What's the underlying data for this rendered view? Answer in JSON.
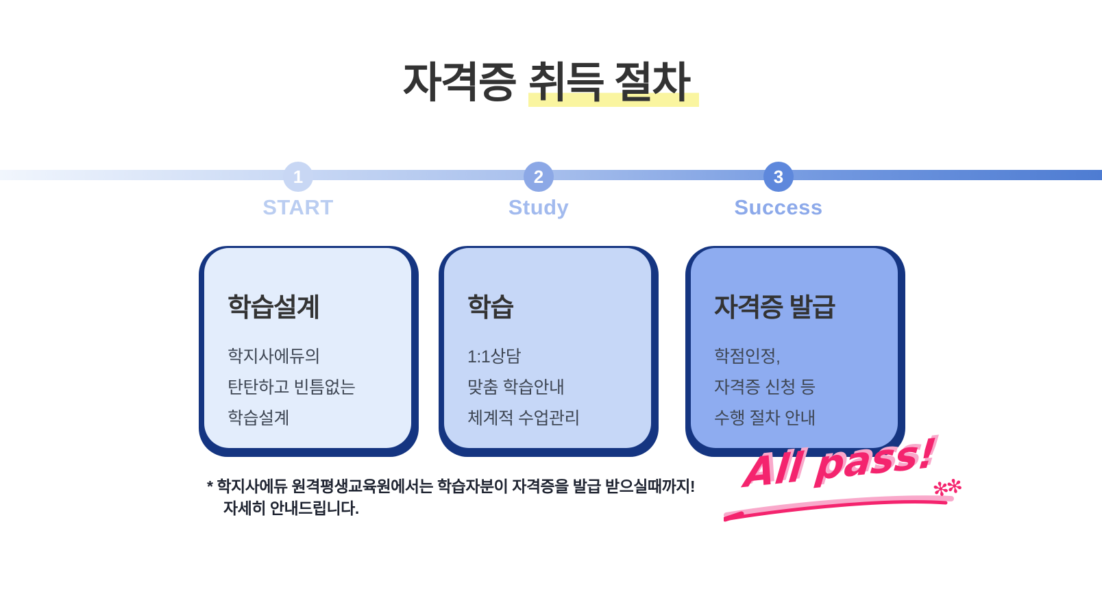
{
  "colors": {
    "navy": "#153581",
    "highlight_yellow": "#FAF5A0",
    "stamp_pink": "#F4246E",
    "stamp_pink_light": "#F9A9CB",
    "timeline_gradient_start": "#F1F6FD",
    "timeline_gradient_end": "#4E7CD2"
  },
  "title": {
    "prefix": "자격증",
    "highlight": "취득 절차"
  },
  "timeline": {
    "steps": [
      {
        "number": "1",
        "label": "START",
        "circle_color": "#C8D7F4",
        "label_color": "#BACDF1"
      },
      {
        "number": "2",
        "label": "Study",
        "circle_color": "#8CA8E6",
        "label_color": "#A2BAEE"
      },
      {
        "number": "3",
        "label": "Success",
        "circle_color": "#5E88DC",
        "label_color": "#8CA9EA"
      }
    ]
  },
  "cards": [
    {
      "title": "학습설계",
      "lines": [
        "학지사에듀의",
        "탄탄하고 빈틈없는",
        "학습설계"
      ],
      "bg": "#E3EDFC"
    },
    {
      "title": "학습",
      "lines": [
        "1:1상담",
        "맞춤 학습안내",
        "체계적 수업관리"
      ],
      "bg": "#C6D7F7"
    },
    {
      "title": "자격증 발급",
      "lines": [
        "학점인정,",
        "자격증 신청 등",
        "수행 절차 안내"
      ],
      "bg": "#8EACF0"
    }
  ],
  "footnote": {
    "line1": "* 학지사에듀 원격평생교육원에서는 학습자분이 자격증을 발급 받으실때까지!",
    "line2": "자세히 안내드립니다."
  },
  "stamp": {
    "text": "All pass!",
    "stars": "✻✻"
  }
}
